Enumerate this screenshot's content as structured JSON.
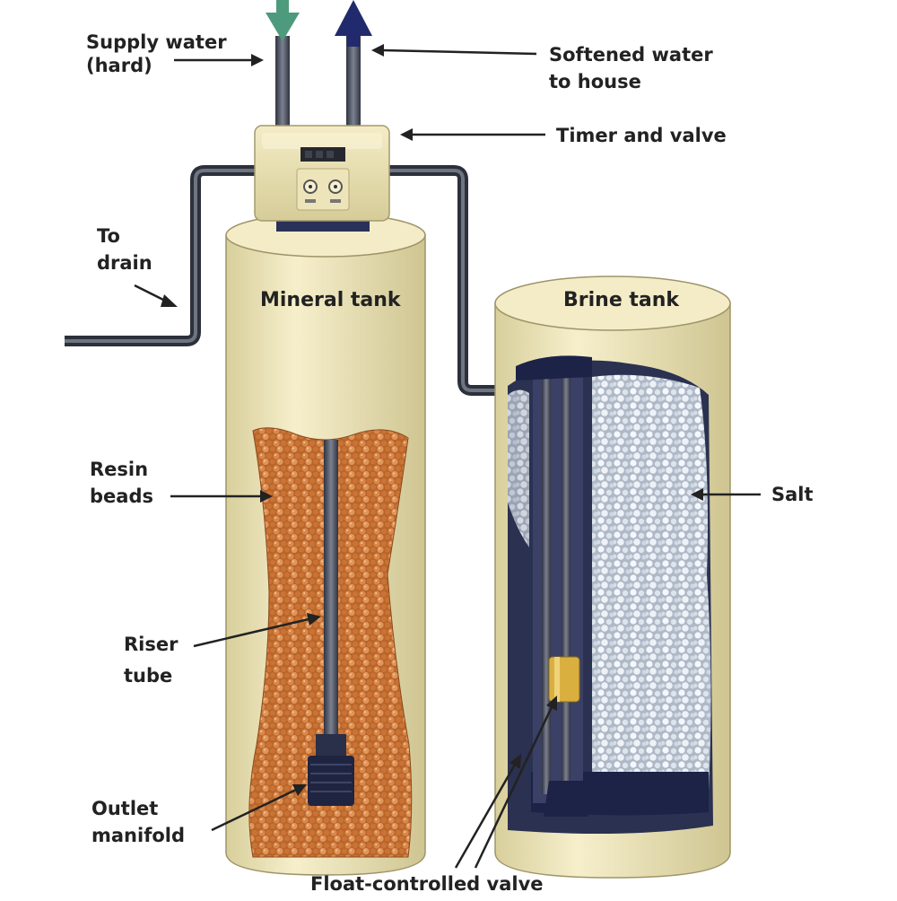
{
  "labels": {
    "supply_water": [
      "Supply water",
      "(hard)"
    ],
    "softened_water": [
      "Softened water",
      "to house"
    ],
    "timer_valve": "Timer and valve",
    "to_drain": [
      "To",
      "drain"
    ],
    "mineral_tank": "Mineral tank",
    "brine_tank": "Brine tank",
    "resin_beads": [
      "Resin",
      "beads"
    ],
    "salt": "Salt",
    "riser_tube": [
      "Riser",
      "tube"
    ],
    "outlet_manifold": [
      "Outlet",
      "manifold"
    ],
    "float_valve": "Float-controlled valve"
  },
  "colors": {
    "tank_body": "#efe7bd",
    "resin": "#c8742f",
    "salt": "#dfe6ee",
    "pipe": "#4a4f5e",
    "navy": "#1e2556",
    "supply_arrow": "#4e9a7c",
    "softened_arrow": "#222a6e",
    "float_band": "#d9b040"
  },
  "icons": [
    "down-arrow-icon",
    "up-arrow-icon"
  ]
}
